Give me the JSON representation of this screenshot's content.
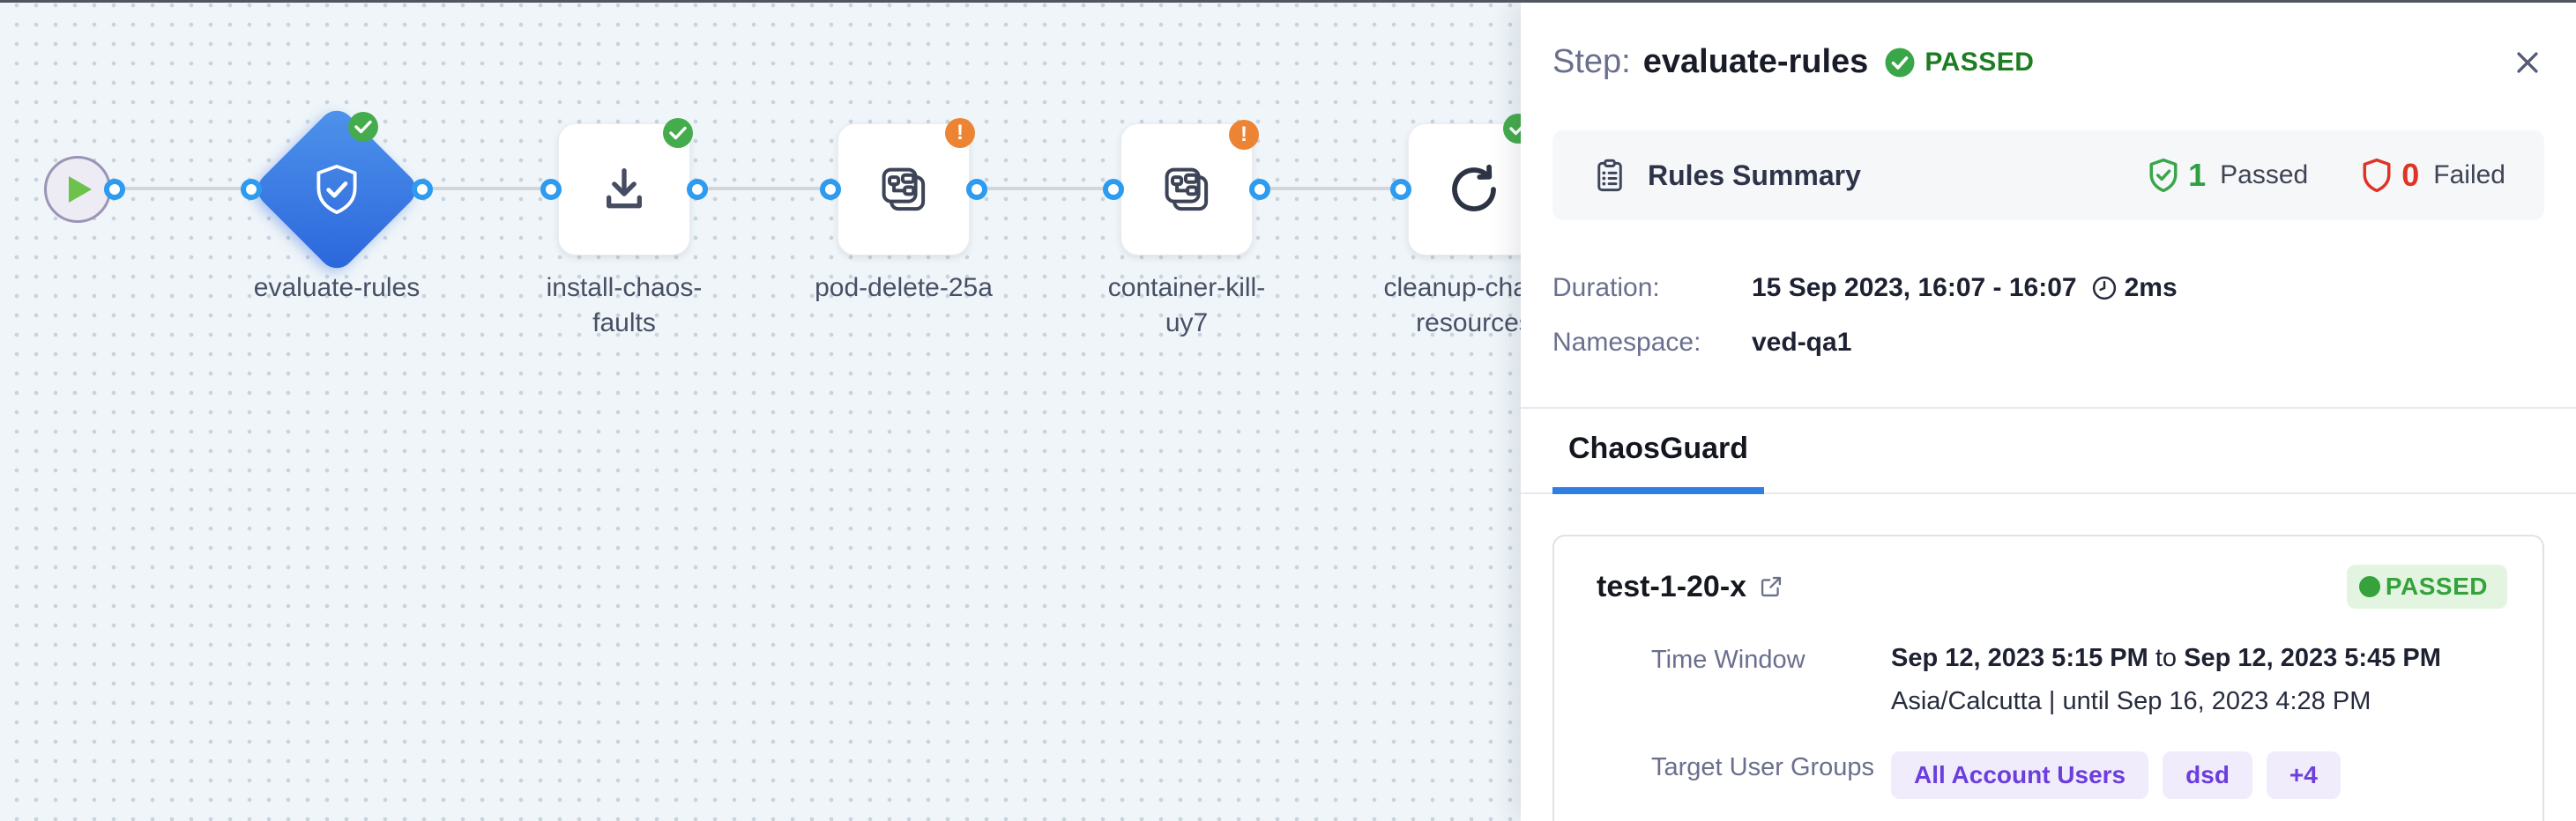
{
  "workflow": {
    "nodes": [
      {
        "id": "start",
        "status": "none",
        "label": ""
      },
      {
        "id": "evaluate-rules",
        "label": "evaluate-rules",
        "status": "passed"
      },
      {
        "id": "install-chaos-faults",
        "label": "install-chaos-faults",
        "status": "passed"
      },
      {
        "id": "pod-delete-25a",
        "label": "pod-delete-25a",
        "status": "warning"
      },
      {
        "id": "container-kill-uy7",
        "label": "container-kill-uy7",
        "status": "warning"
      },
      {
        "id": "cleanup-chaos-resources",
        "label": "cleanup-chaos-resources",
        "status": "passed"
      }
    ]
  },
  "panel": {
    "header": {
      "step_label": "Step:",
      "step_name": "evaluate-rules",
      "status": "PASSED"
    },
    "rules_summary": {
      "title": "Rules Summary",
      "passed_count": "1",
      "passed_label": "Passed",
      "failed_count": "0",
      "failed_label": "Failed"
    },
    "details": {
      "duration_label": "Duration:",
      "duration_value": "15 Sep 2023, 16:07 - 16:07",
      "duration_ms": "2ms",
      "namespace_label": "Namespace:",
      "namespace_value": "ved-qa1"
    },
    "tabs": [
      {
        "label": "ChaosGuard",
        "active": true
      }
    ],
    "guard_card": {
      "name": "test-1-20-x",
      "status": "PASSED",
      "time_window_label": "Time Window",
      "time_window_start": "Sep 12, 2023 5:15 PM",
      "time_window_joiner": "to",
      "time_window_end": "Sep 12, 2023 5:45 PM",
      "time_window_sub": "Asia/Calcutta | until Sep 16, 2023 4:28 PM",
      "target_groups_label": "Target User Groups",
      "target_groups": [
        "All Account Users",
        "dsd",
        "+4"
      ]
    }
  },
  "colors": {
    "accent_blue": "#2f7ee2",
    "node_blue_gradient_start": "#4f94eb",
    "node_blue_gradient_end": "#2a65dc",
    "success_green": "#45ac4d",
    "warning_orange": "#ec8433",
    "failed_red": "#df3326",
    "pill_purple": "#6b3edd",
    "port_blue": "#2d9bf0"
  }
}
